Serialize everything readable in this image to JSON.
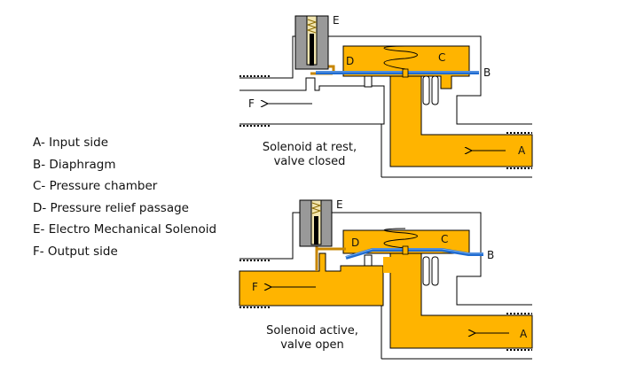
{
  "legend": [
    "A- Input side",
    "B- Diaphragm",
    "C- Pressure chamber",
    "D- Pressure relief passage",
    "E- Electro Mechanical Solenoid",
    "F- Output side"
  ],
  "top_diagram": {
    "caption_line1": "Solenoid at rest,",
    "caption_line2": "valve closed",
    "labels": {
      "A": "A",
      "B": "B",
      "C": "C",
      "D": "D",
      "E": "E",
      "F": "F"
    }
  },
  "bottom_diagram": {
    "caption_line1": "Solenoid active,",
    "caption_line2": "valve open",
    "labels": {
      "A": "A",
      "B": "B",
      "C": "C",
      "D": "D",
      "E": "E",
      "F": "F"
    }
  },
  "colors": {
    "water": "#FFB400",
    "diaphragm": "#1F6BD0",
    "diaphragm_light": "#7FB2EC",
    "outline": "#000000",
    "solenoid": "#999999"
  }
}
